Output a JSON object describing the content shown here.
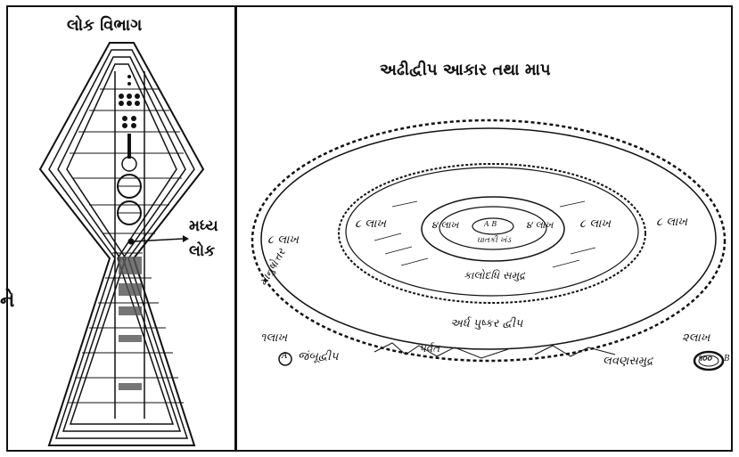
{
  "left_panel": {
    "title": "લોક વિભાગ",
    "callout_line1": "મધ્ય",
    "callout_line2": "લોક",
    "edge_text": "ને"
  },
  "right_panel": {
    "title": "અઢીદ્વીપ આકાર તથા માપ",
    "labels": {
      "outer_left": "૮ લાખ",
      "outer_right": "૮ લાખ",
      "ring_left": "૮ લાખ",
      "ring_right": "૮ લાખ",
      "inner_left": "૪ લાખ",
      "inner_right": "૪ લાખ",
      "core": "A B",
      "dhatki": "ઘાતકી ખંડ",
      "kalodadhi": "કાલોદધિ સમુદ્ર",
      "ardh_pushkar": "અર્ધ પુષ્કર દ્વીપ",
      "left_edge": "માનુષોત્તર",
      "left_lakh": "૧લાખ",
      "jambu": "જંબૂદ્વીપ",
      "jambu_marker": "A",
      "parvat": "પર્વત",
      "right_lakh": "૨લાખ",
      "lavan": "લવણસમુદ્ર",
      "badge": "૧૦૦",
      "badge_suffix": "B"
    }
  }
}
